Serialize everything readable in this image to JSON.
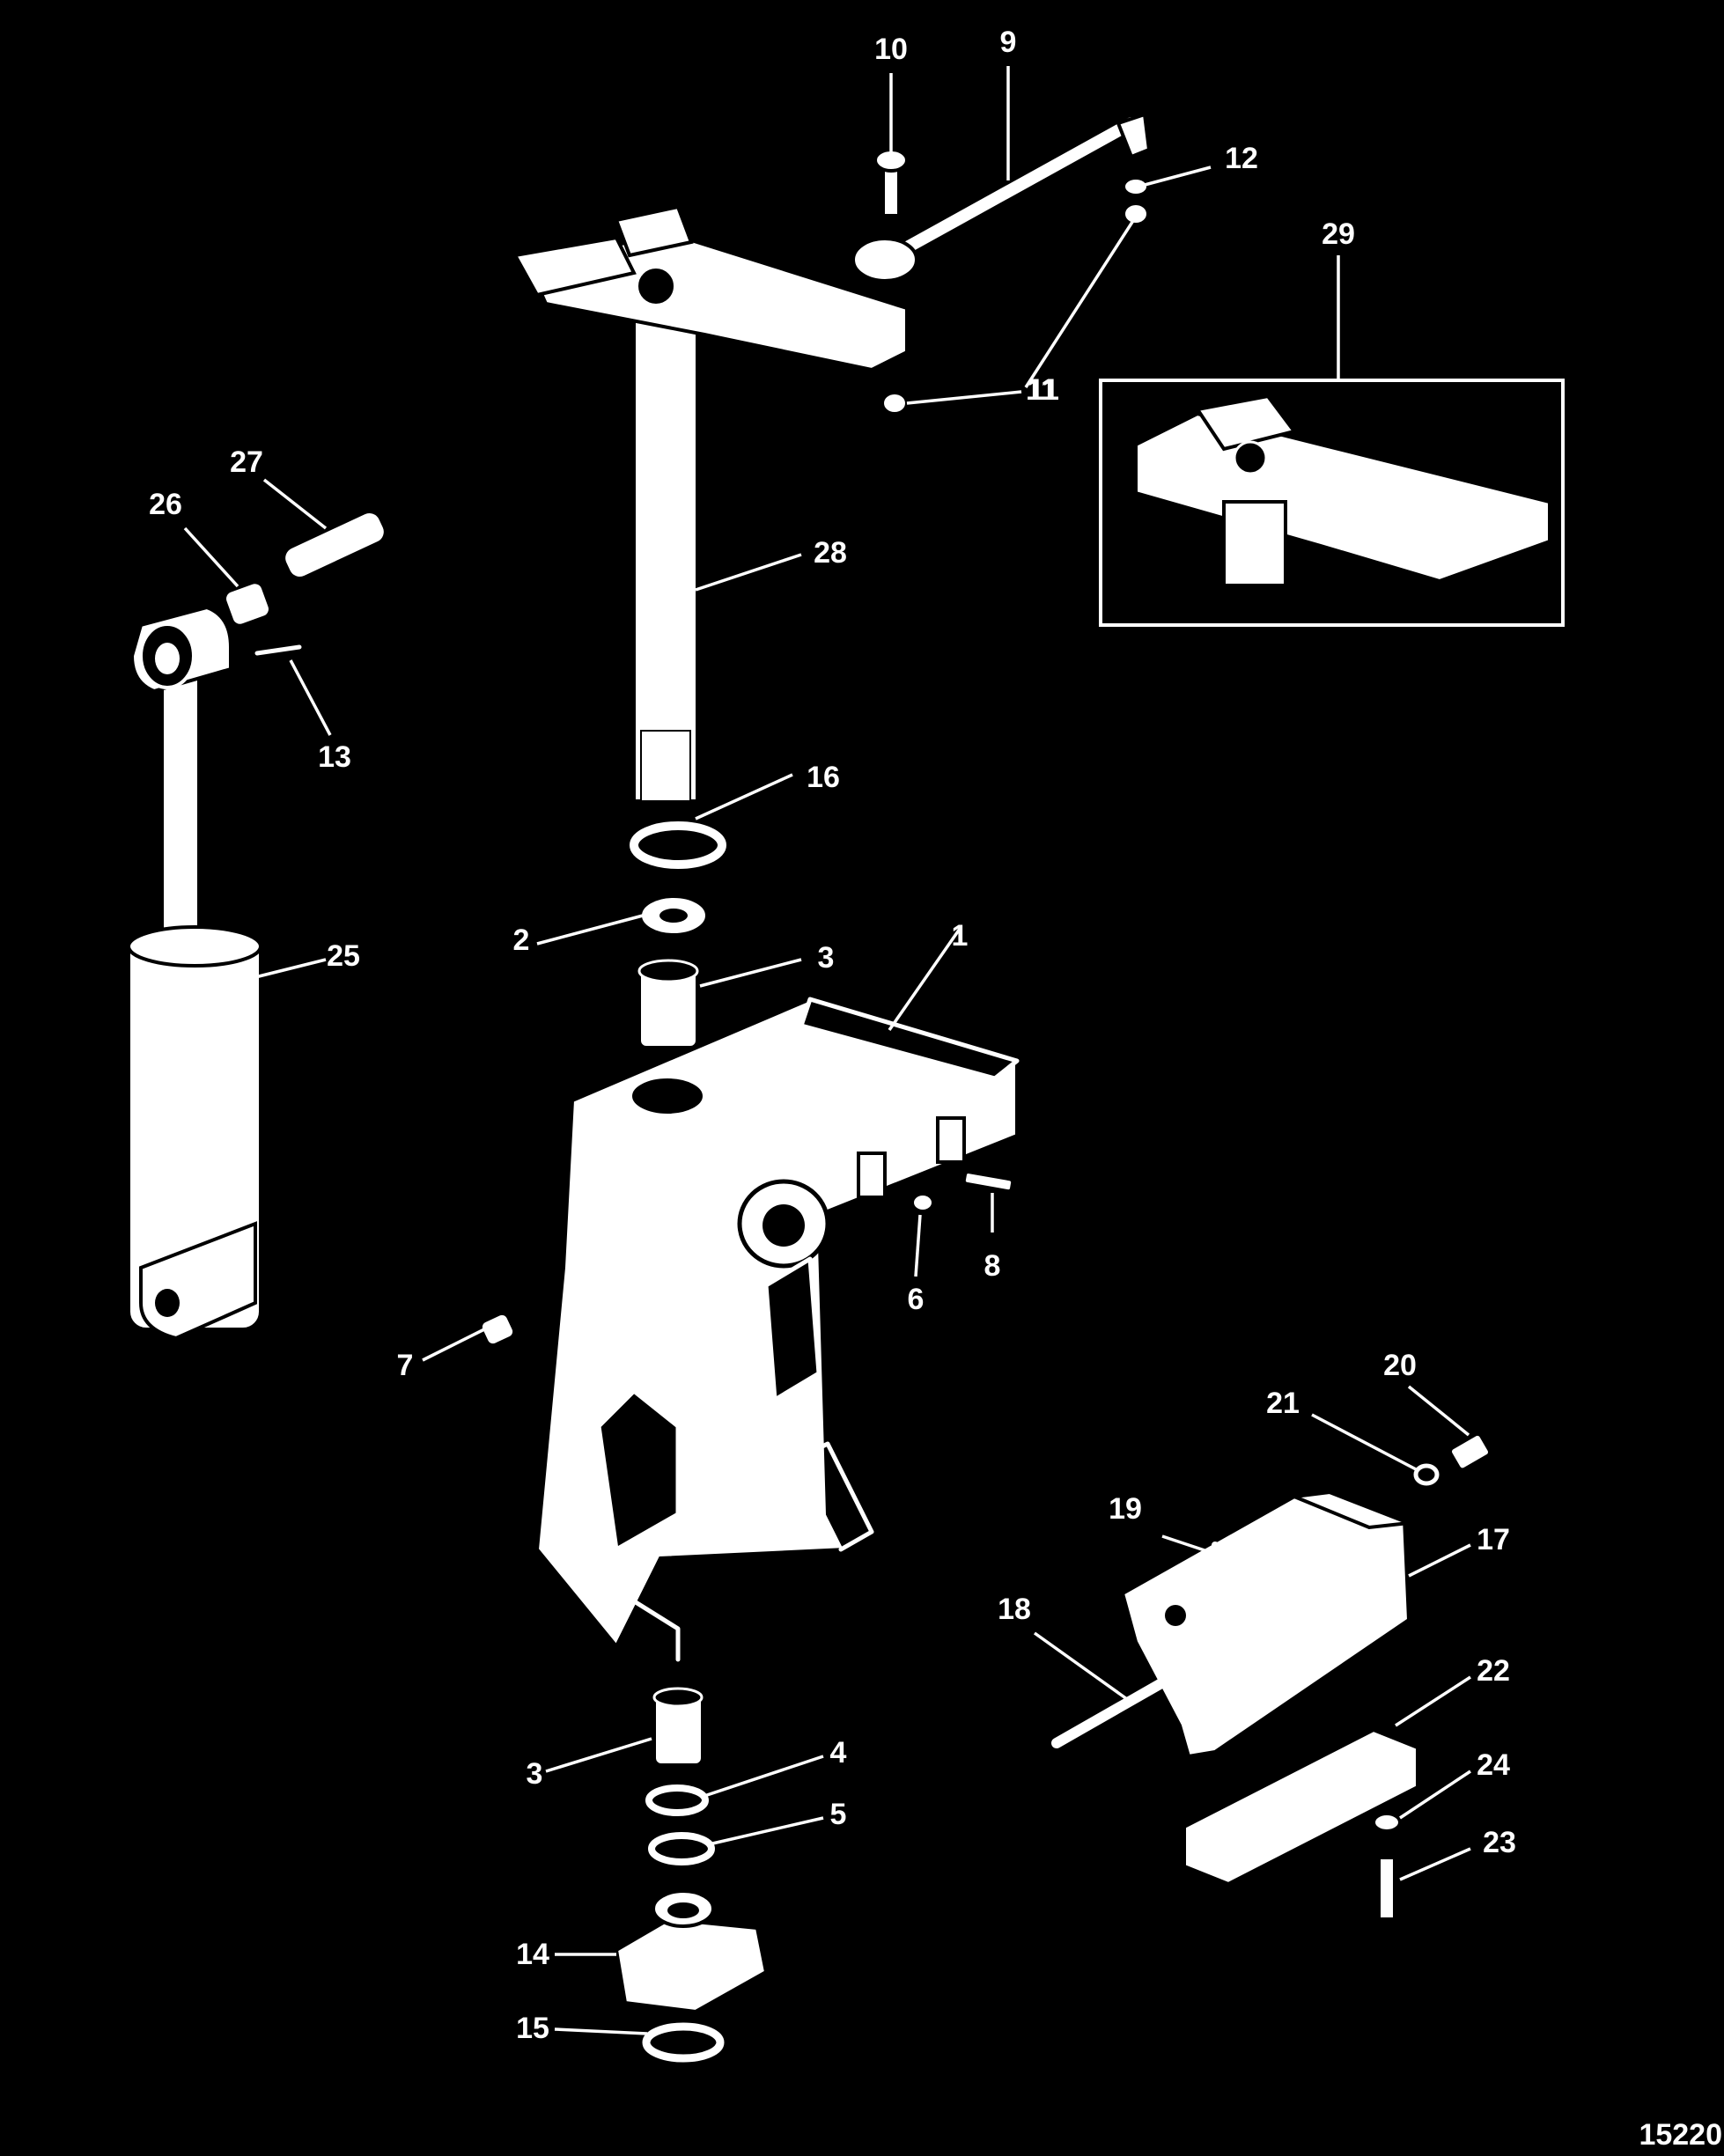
{
  "diagram": {
    "labels": [
      "1",
      "2",
      "3",
      "3",
      "4",
      "5",
      "6",
      "7",
      "8",
      "9",
      "10",
      "11",
      "11",
      "12",
      "13",
      "14",
      "15",
      "16",
      "17",
      "18",
      "19",
      "20",
      "21",
      "22",
      "23",
      "24",
      "25",
      "26",
      "27",
      "28",
      "29"
    ],
    "reference_number": "15220"
  }
}
